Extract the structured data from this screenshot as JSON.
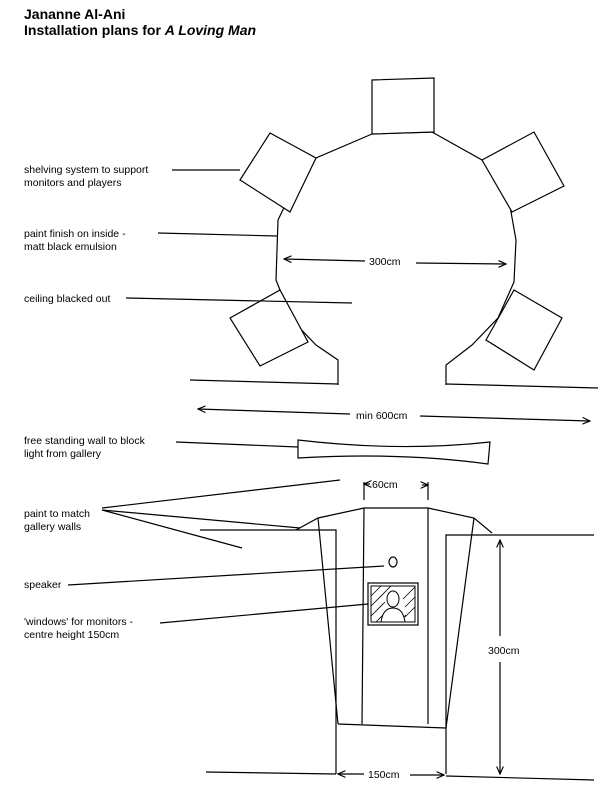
{
  "header": {
    "artist": "Jananne Al-Ani",
    "subtitle_prefix": "Installation plans for ",
    "subtitle_title": "A Loving Man"
  },
  "plan": {
    "label_shelving_line1": "shelving system to support",
    "label_shelving_line2": "monitors and players",
    "label_paint_inside_line1": "paint finish on inside -",
    "label_paint_inside_line2": "matt black emulsion",
    "label_ceiling": "ceiling blacked out",
    "dim_diameter": "300cm",
    "dim_min": "min 600cm"
  },
  "elevation": {
    "label_freestanding_line1": "free standing wall to block",
    "label_freestanding_line2": "light from gallery",
    "label_paint_match_line1": "paint to match",
    "label_paint_match_line2": "gallery walls",
    "label_speaker": "speaker",
    "label_windows_line1": "'windows' for monitors -",
    "label_windows_line2": "centre height 150cm",
    "dim_top_width": "60cm",
    "dim_height": "300cm",
    "dim_bottom_width": "150cm"
  },
  "colors": {
    "ink": "#000000",
    "paper": "#ffffff"
  }
}
